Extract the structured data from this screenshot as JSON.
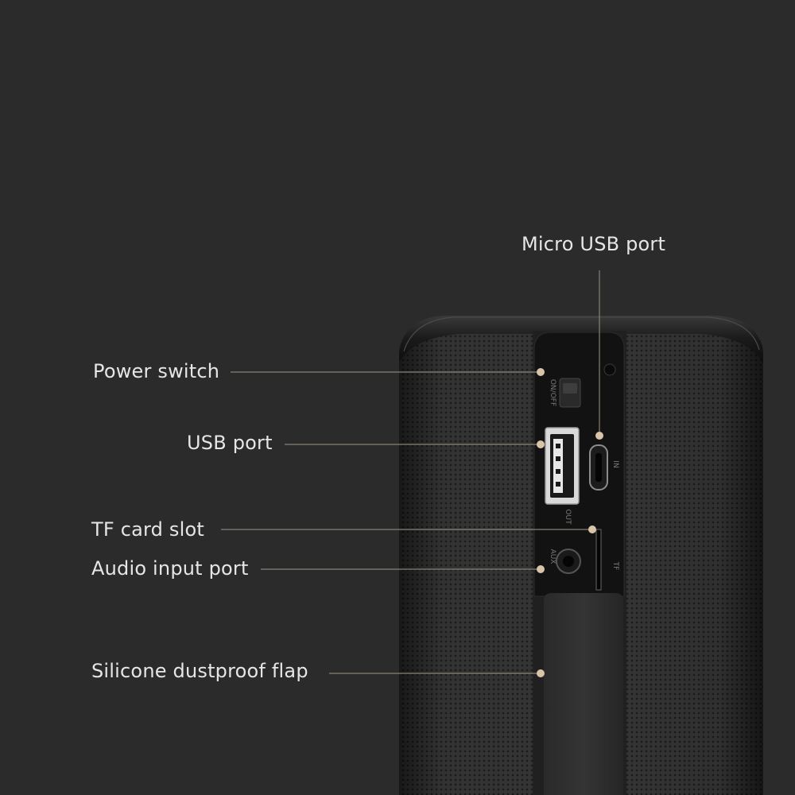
{
  "theme": {
    "background": "#2b2b2b",
    "label_color": "#e6e6e6",
    "leader_color": "#8a8178",
    "dot_color": "#d8c4a8"
  },
  "callouts": {
    "micro_usb_port": "Micro USB port",
    "power_switch": "Power switch",
    "usb_port": "USB port",
    "tf_card_slot": "TF card slot",
    "audio_input_port": "Audio input port",
    "silicone_flap": "Silicone dustproof flap"
  },
  "port_markings": {
    "power": "ON/OFF",
    "usb": "OUT",
    "micro_usb": "IN",
    "aux": "AUX",
    "tf": "TF"
  }
}
